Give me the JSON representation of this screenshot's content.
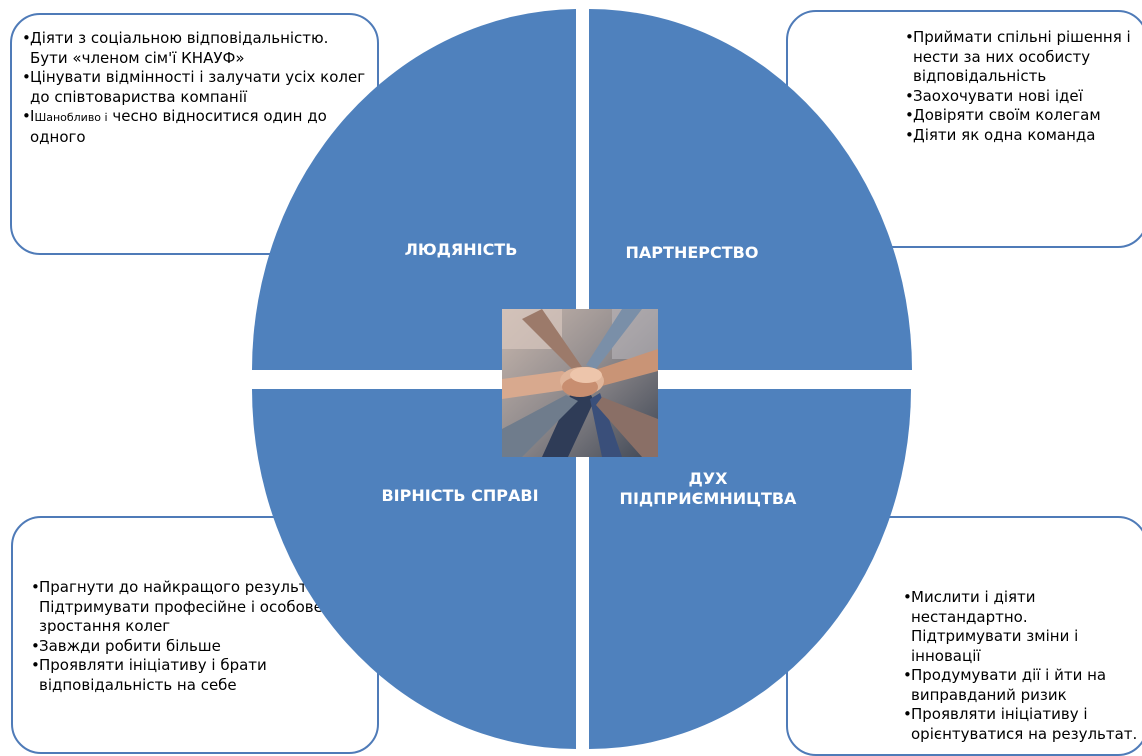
{
  "colors": {
    "quadrant_fill": "#4f81bd",
    "box_border": "#4f7bb8",
    "label_text": "#ffffff"
  },
  "quadrants": {
    "people": "ЛЮДЯНІСТЬ",
    "partnership": "ПАРТНЕРСТВО",
    "loyalty": "ВІРНІСТЬ СПРАВІ",
    "entrepreneurship_line1": "ДУХ",
    "entrepreneurship_line2": "ПІДПРИЄМНИЦТВА"
  },
  "center_image": {
    "icon": "team-hands-stacked-photo"
  },
  "boxes": {
    "people": [
      {
        "bullet": "•",
        "text": "Діяти з соціальною відповідальністю. Бути «членом сім'ї КНАУФ»"
      },
      {
        "bullet": "•",
        "text": "Цінувати відмінності і залучати усіх колег до співтовариства компанії"
      },
      {
        "bullet": "•",
        "prefix": "І",
        "small": "Шанобливо і",
        "text": " чесно відноситися один до одного"
      }
    ],
    "partnership": [
      {
        "bullet": "•",
        "text": " Приймати спільні рішення і нести за них особисту відповідальність"
      },
      {
        "bullet": "•",
        "text": "Заохочувати нові ідеї"
      },
      {
        "bullet": "•",
        "text": "Довіряти своїм колегам"
      },
      {
        "bullet": "•",
        "text": "Діяти як одна команда"
      }
    ],
    "loyalty": [
      {
        "bullet": "•",
        "text": "Прагнути до найкращого результату. Підтримувати професійне і особове зростання колег"
      },
      {
        "bullet": "•",
        "text": "Завжди робити більше"
      },
      {
        "bullet": "•",
        "text": "Проявляти ініціативу і брати відповідальність на себе"
      }
    ],
    "entrepreneurship": [
      {
        "bullet": "•",
        "text": "Мислити і діяти нестандартно. Підтримувати зміни і інновації"
      },
      {
        "bullet": "•",
        "text": "Продумувати дії і йти на виправданий ризик"
      },
      {
        "bullet": "•",
        "text": "Проявляти ініціативу і орієнтуватися на результат."
      }
    ]
  }
}
